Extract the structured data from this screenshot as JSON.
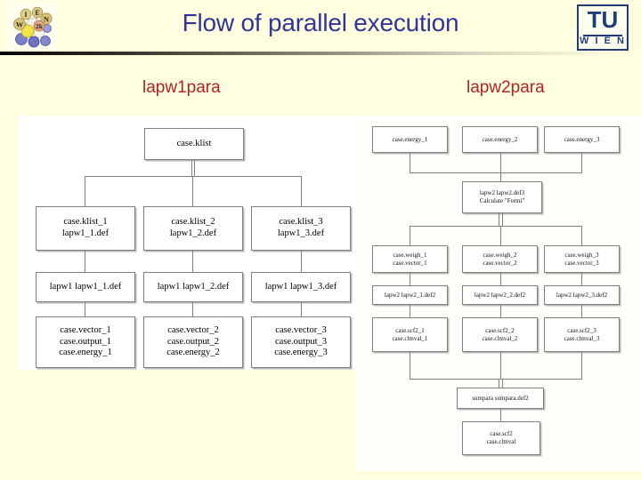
{
  "header": {
    "title": "Flow of parallel execution",
    "left_logo_name": "wien2k-logo",
    "left_logo_letters": [
      "W",
      "I",
      "E",
      "N",
      "2k"
    ],
    "right_logo": {
      "top_text": "TU",
      "bottom_text": "W I E N"
    },
    "title_color": "#333399",
    "divider_color": "#000000"
  },
  "labels": {
    "left_section": "lapw1para",
    "right_section": "lapw2para",
    "color": "#B22222"
  },
  "background_color": "#FFFFE0",
  "panel_color": "#FFFFFF",
  "chart_data": {
    "type": "diagram",
    "title": "Flow of parallel execution",
    "diagrams": [
      {
        "name": "lapw1para",
        "nodes": [
          {
            "id": "klist",
            "lines": [
              "case.klist"
            ]
          },
          {
            "id": "klist_1",
            "lines": [
              "case.klist_1",
              "lapw1_1.def"
            ]
          },
          {
            "id": "klist_2",
            "lines": [
              "case.klist_2",
              "lapw1_2.def"
            ]
          },
          {
            "id": "klist_3",
            "lines": [
              "case.klist_3",
              "lapw1_3.def"
            ]
          },
          {
            "id": "run_1",
            "lines": [
              "lapw1 lapw1_1.def"
            ]
          },
          {
            "id": "run_2",
            "lines": [
              "lapw1 lapw1_2.def"
            ]
          },
          {
            "id": "run_3",
            "lines": [
              "lapw1 lapw1_3.def"
            ]
          },
          {
            "id": "out_1",
            "lines": [
              "case.vector_1",
              "case.output_1",
              "case.energy_1"
            ]
          },
          {
            "id": "out_2",
            "lines": [
              "case.vector_2",
              "case.output_2",
              "case.energy_2"
            ]
          },
          {
            "id": "out_3",
            "lines": [
              "case.vector_3",
              "case.output_3",
              "case.energy_3"
            ]
          }
        ],
        "edges": [
          [
            "klist",
            "klist_1"
          ],
          [
            "klist",
            "klist_2"
          ],
          [
            "klist",
            "klist_3"
          ],
          [
            "klist_1",
            "run_1"
          ],
          [
            "klist_2",
            "run_2"
          ],
          [
            "klist_3",
            "run_3"
          ],
          [
            "run_1",
            "out_1"
          ],
          [
            "run_2",
            "out_2"
          ],
          [
            "run_3",
            "out_3"
          ]
        ]
      },
      {
        "name": "lapw2para",
        "nodes": [
          {
            "id": "energy_1",
            "lines": [
              "case.energy_1"
            ]
          },
          {
            "id": "energy_2",
            "lines": [
              "case.energy_2"
            ]
          },
          {
            "id": "energy_3",
            "lines": [
              "case.energy_3"
            ]
          },
          {
            "id": "fermi",
            "lines": [
              "lapw2 lapw2.def3",
              "Calculate \"Fermi\""
            ]
          },
          {
            "id": "weigh_1",
            "lines": [
              "case.weigh_1",
              "case.vector_1"
            ]
          },
          {
            "id": "weigh_2",
            "lines": [
              "case.weigh_2",
              "case.vector_2"
            ]
          },
          {
            "id": "weigh_3",
            "lines": [
              "case.weigh_3",
              "case.vector_3"
            ]
          },
          {
            "id": "lapw2_1",
            "lines": [
              "lapw2 lapw2_1.def2"
            ]
          },
          {
            "id": "lapw2_2",
            "lines": [
              "lapw2 lapw2_2.def2"
            ]
          },
          {
            "id": "lapw2_3",
            "lines": [
              "lapw2 lapw2_3.def2"
            ]
          },
          {
            "id": "scf2_1",
            "lines": [
              "case.scf2_1",
              "case.clmval_1"
            ]
          },
          {
            "id": "scf2_2",
            "lines": [
              "case.scf2_2",
              "case.clmval_2"
            ]
          },
          {
            "id": "scf2_3",
            "lines": [
              "case.scf2_3",
              "case.clmval_3"
            ]
          },
          {
            "id": "sumpara",
            "lines": [
              "sumpara sumpara.def2"
            ]
          },
          {
            "id": "scf2_final",
            "lines": [
              "case.scf2",
              "case.clmval"
            ]
          }
        ],
        "edges": [
          [
            "energy_1",
            "fermi"
          ],
          [
            "energy_2",
            "fermi"
          ],
          [
            "energy_3",
            "fermi"
          ],
          [
            "fermi",
            "weigh_1"
          ],
          [
            "fermi",
            "weigh_2"
          ],
          [
            "fermi",
            "weigh_3"
          ],
          [
            "weigh_1",
            "lapw2_1"
          ],
          [
            "weigh_2",
            "lapw2_2"
          ],
          [
            "weigh_3",
            "lapw2_3"
          ],
          [
            "lapw2_1",
            "scf2_1"
          ],
          [
            "lapw2_2",
            "scf2_2"
          ],
          [
            "lapw2_3",
            "scf2_3"
          ],
          [
            "scf2_1",
            "sumpara"
          ],
          [
            "scf2_2",
            "sumpara"
          ],
          [
            "scf2_3",
            "sumpara"
          ],
          [
            "sumpara",
            "scf2_final"
          ]
        ]
      }
    ]
  }
}
